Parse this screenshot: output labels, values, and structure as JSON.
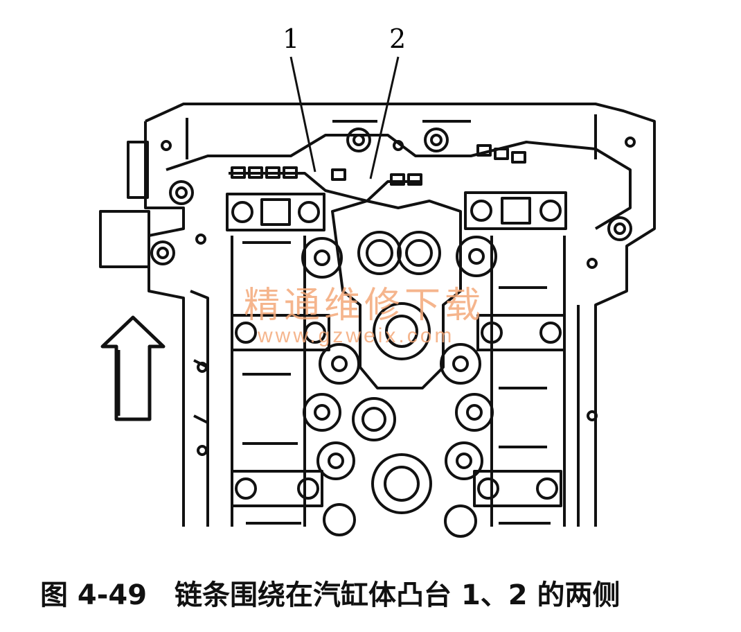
{
  "callouts": {
    "one": "1",
    "two": "2"
  },
  "watermark": {
    "text_cn": "精通维修下载",
    "url": "www.gzweix.com"
  },
  "caption": {
    "figure": "图 4-49",
    "text": "链条围绕在汽缸体凸台 1、2 的两侧"
  },
  "colors": {
    "line": "#111111",
    "watermark": "#f4a97a",
    "background": "#ffffff"
  },
  "icons": {
    "direction_arrow": "arrow-up-icon"
  }
}
